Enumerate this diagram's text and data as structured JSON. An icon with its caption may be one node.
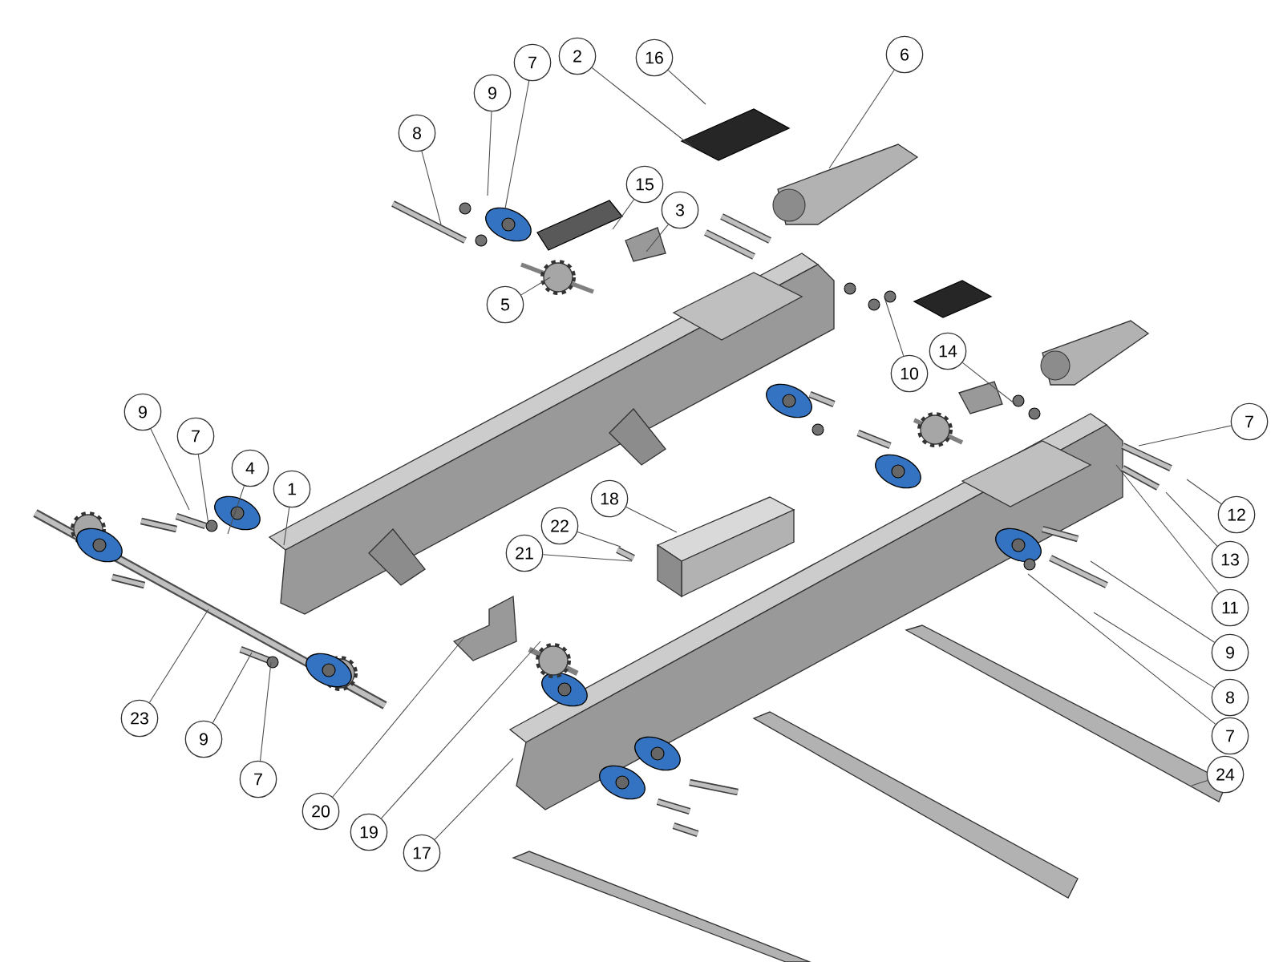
{
  "diagram": {
    "nodes": [
      {
        "text": [
          "6"
        ]
      },
      {
        "text": [
          "2"
        ]
      },
      {
        "text": [
          "16"
        ]
      },
      {
        "text": [
          "7"
        ]
      },
      {
        "text": [
          "9"
        ]
      },
      {
        "text": [
          "8"
        ]
      },
      {
        "text": [
          "15"
        ]
      },
      {
        "text": [
          "3"
        ]
      },
      {
        "text": [
          "5"
        ]
      },
      {
        "text": [
          "14"
        ]
      },
      {
        "text": [
          "10"
        ]
      },
      {
        "text": [
          "9"
        ]
      },
      {
        "text": [
          "7"
        ]
      },
      {
        "text": [
          "7"
        ]
      },
      {
        "text": [
          "4"
        ]
      },
      {
        "text": [
          "1"
        ]
      },
      {
        "text": [
          "18"
        ]
      },
      {
        "text": [
          "12"
        ]
      },
      {
        "text": [
          "22"
        ]
      },
      {
        "text": [
          "21"
        ]
      },
      {
        "text": [
          "13"
        ]
      },
      {
        "text": [
          "11"
        ]
      },
      {
        "text": [
          "9"
        ]
      },
      {
        "text": [
          "8"
        ]
      },
      {
        "text": [
          "23"
        ]
      },
      {
        "text": [
          "7"
        ]
      },
      {
        "text": [
          "9"
        ]
      },
      {
        "text": [
          "24"
        ]
      },
      {
        "text": [
          "7"
        ]
      },
      {
        "text": [
          "20"
        ]
      },
      {
        "text": [
          "19"
        ]
      },
      {
        "text": [
          "17"
        ]
      }
    ],
    "edges": [
      {
        "from": 0,
        "to": null,
        "arrow": "none"
      },
      {
        "from": 1,
        "to": null,
        "arrow": "none"
      },
      {
        "from": 2,
        "to": null,
        "arrow": "none"
      },
      {
        "from": 3,
        "to": null,
        "arrow": "none"
      },
      {
        "from": 4,
        "to": null,
        "arrow": "none"
      },
      {
        "from": 5,
        "to": null,
        "arrow": "none"
      },
      {
        "from": 6,
        "to": null,
        "arrow": "none"
      },
      {
        "from": 7,
        "to": null,
        "arrow": "none"
      },
      {
        "from": 8,
        "to": null,
        "arrow": "none"
      },
      {
        "from": 9,
        "to": null,
        "arrow": "none"
      },
      {
        "from": 10,
        "to": null,
        "arrow": "none"
      },
      {
        "from": 11,
        "to": null,
        "arrow": "none"
      },
      {
        "from": 12,
        "to": null,
        "arrow": "none"
      },
      {
        "from": 13,
        "to": null,
        "arrow": "none"
      },
      {
        "from": 14,
        "to": null,
        "arrow": "none"
      },
      {
        "from": 15,
        "to": null,
        "arrow": "none"
      },
      {
        "from": 16,
        "to": null,
        "arrow": "none"
      },
      {
        "from": 17,
        "to": null,
        "arrow": "none"
      },
      {
        "from": 18,
        "to": null,
        "arrow": "none"
      },
      {
        "from": 19,
        "to": null,
        "arrow": "none"
      },
      {
        "from": 20,
        "to": null,
        "arrow": "none"
      },
      {
        "from": 21,
        "to": null,
        "arrow": "none"
      },
      {
        "from": 22,
        "to": null,
        "arrow": "none"
      },
      {
        "from": 23,
        "to": null,
        "arrow": "none"
      },
      {
        "from": 24,
        "to": null,
        "arrow": "none"
      },
      {
        "from": 25,
        "to": null,
        "arrow": "none"
      },
      {
        "from": 26,
        "to": null,
        "arrow": "none"
      },
      {
        "from": 27,
        "to": null,
        "arrow": "none"
      },
      {
        "from": 28,
        "to": null,
        "arrow": "none"
      },
      {
        "from": 29,
        "to": null,
        "arrow": "none"
      },
      {
        "from": 30,
        "to": null,
        "arrow": "none"
      },
      {
        "from": 31,
        "to": null,
        "arrow": "none"
      }
    ]
  }
}
